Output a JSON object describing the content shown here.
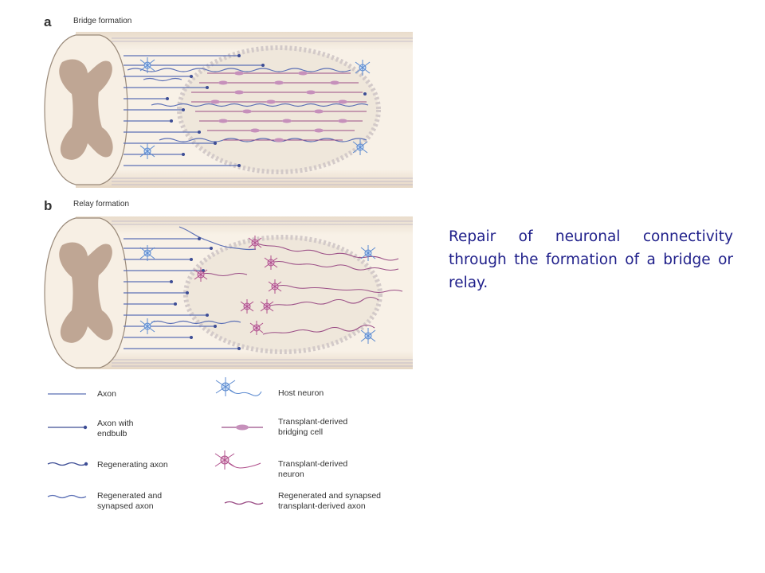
{
  "figure": {
    "panel_a": {
      "letter": "a",
      "title": "Bridge formation"
    },
    "panel_b": {
      "letter": "b",
      "title": "Relay formation"
    }
  },
  "legend": {
    "axon": "Axon",
    "axon_endbulb_line1": "Axon with",
    "axon_endbulb_line2": "endbulb",
    "regenerating_axon": "Regenerating axon",
    "regenerated_synapsed_line1": "Regenerated and",
    "regenerated_synapsed_line2": "synapsed axon",
    "host_neuron": "Host neuron",
    "bridging_cell_line1": "Transplant-derived",
    "bridging_cell_line2": "bridging cell",
    "transplant_neuron_line1": "Transplant-derived",
    "transplant_neuron_line2": "neuron",
    "transplant_axon_line1": "Regenerated and synapsed",
    "transplant_axon_line2": "transplant-derived axon"
  },
  "caption": "Repair of neuronal connectivity through the formation of a bridge or relay.",
  "colors": {
    "host_axon": "#5b6fb5",
    "transplant": "#9b4e86",
    "cord_fill": "#f7efe4",
    "grey_matter": "#bfa694",
    "caption_text": "#1f1f8a"
  }
}
